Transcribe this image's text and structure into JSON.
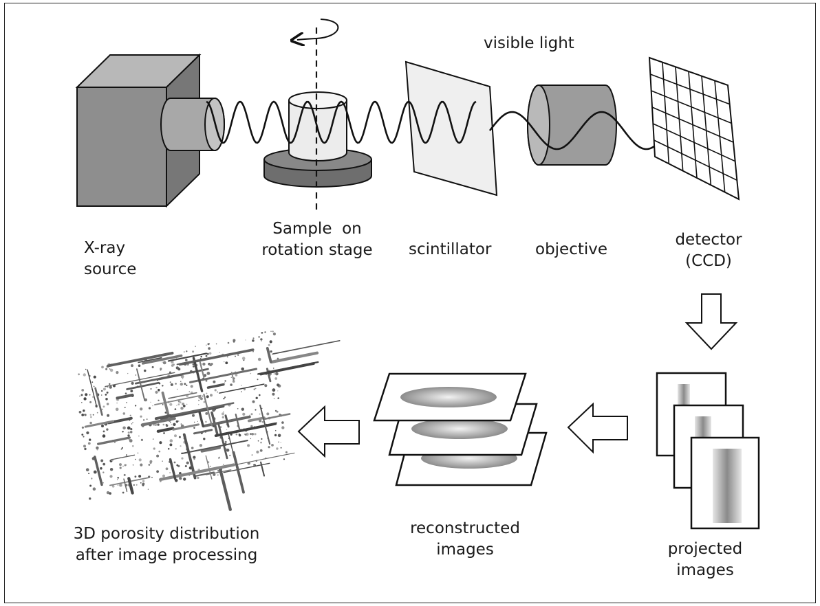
{
  "labels": {
    "xray_source": [
      "X-ray",
      "source"
    ],
    "sample": [
      "Sample  on",
      "rotation stage"
    ],
    "scintillator": "scintillator",
    "objective": "objective",
    "visible_light": "visible light",
    "detector": [
      "detector",
      "(CCD)"
    ],
    "projected": [
      "projected",
      "images"
    ],
    "reconstructed": [
      "reconstructed",
      "images"
    ],
    "porosity": [
      "3D porosity distribution",
      "after image processing"
    ]
  },
  "colors": {
    "source_gray": "#8e8e8e",
    "light_gray": "#dcdcdc",
    "stage_gray": "#7a7a7a",
    "line": "#111111"
  }
}
